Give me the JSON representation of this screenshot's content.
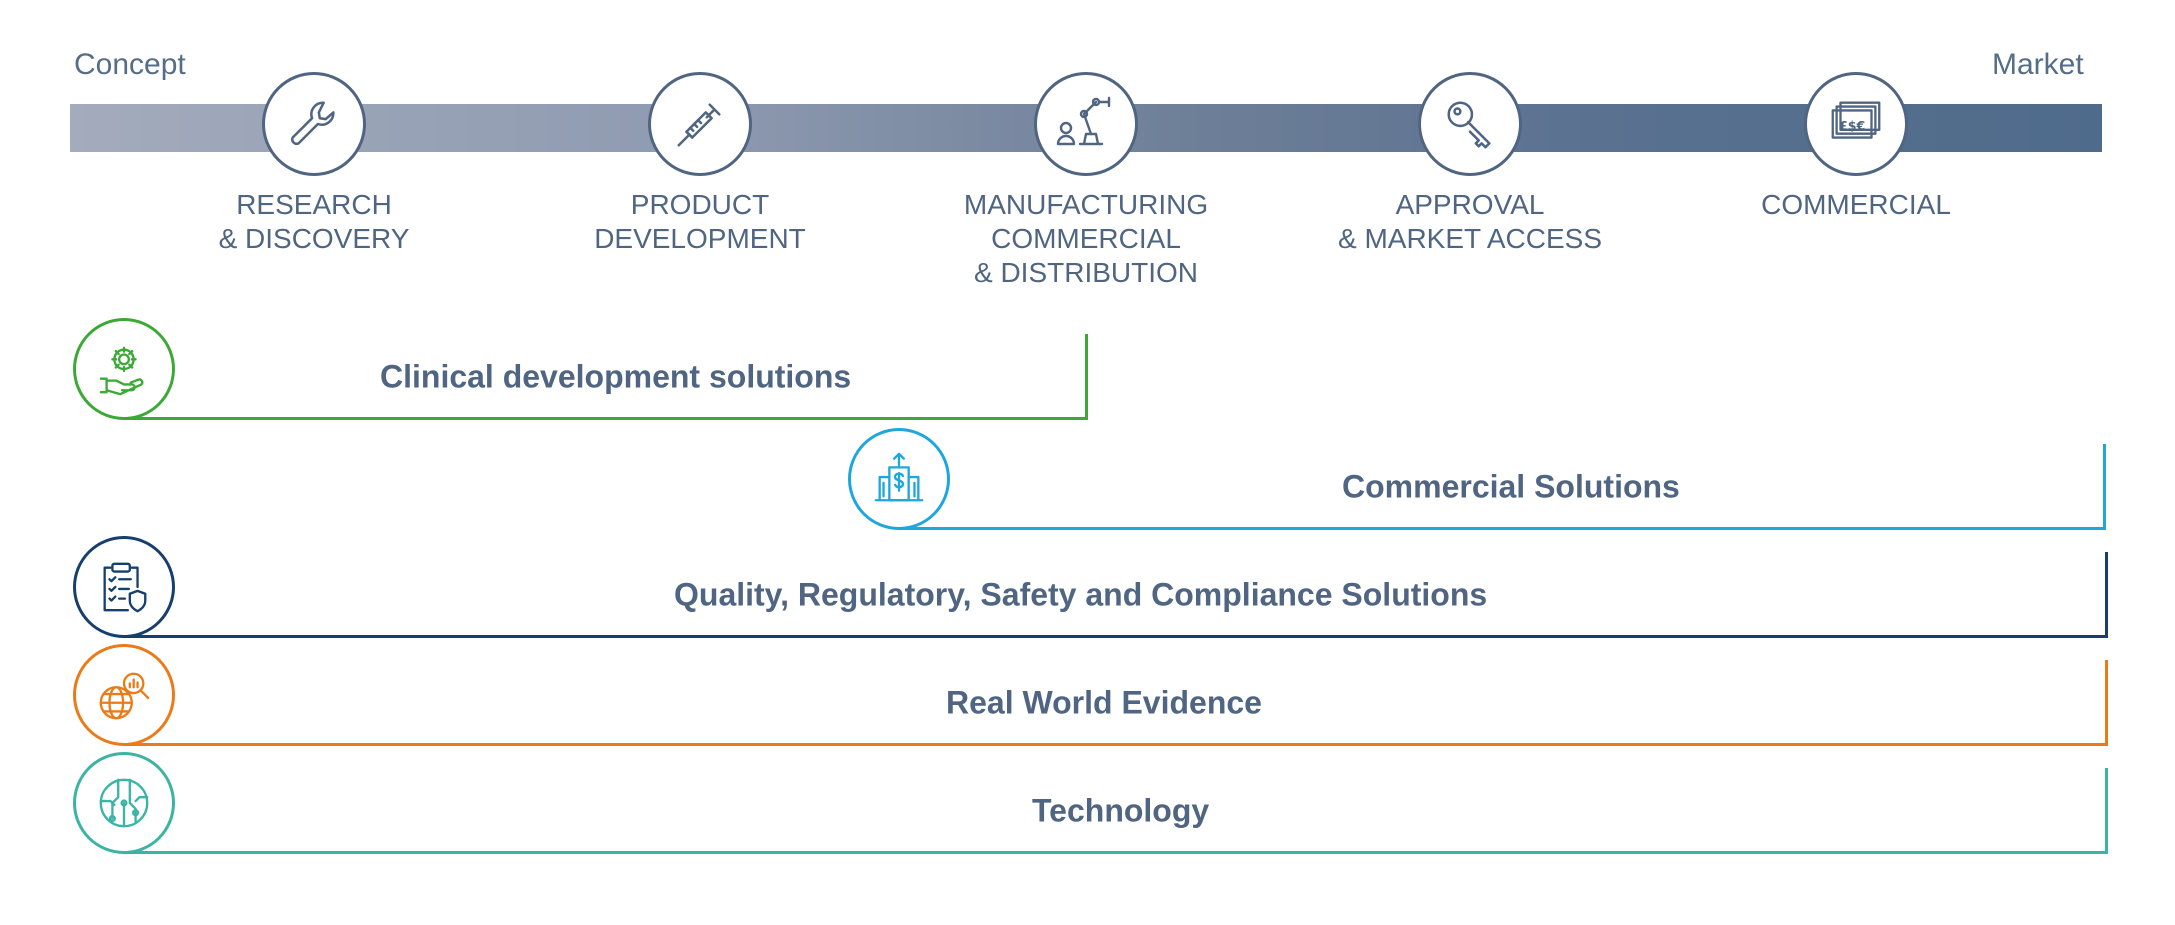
{
  "timeline": {
    "start_label": "Concept",
    "end_label": "Market",
    "stages": [
      {
        "icon": "wrench-icon",
        "label_lines": [
          "RESEARCH",
          "& DISCOVERY"
        ]
      },
      {
        "icon": "syringe-icon",
        "label_lines": [
          "PRODUCT",
          "DEVELOPMENT"
        ]
      },
      {
        "icon": "robotic-arm-icon",
        "label_lines": [
          "MANUFACTURING",
          "COMMERCIAL",
          "& DISTRIBUTION"
        ]
      },
      {
        "icon": "key-icon",
        "label_lines": [
          "APPROVAL",
          "& MARKET ACCESS"
        ]
      },
      {
        "icon": "currency-notes-icon",
        "label_lines": [
          "COMMERCIAL"
        ]
      }
    ]
  },
  "solutions": [
    {
      "title": "Clinical development solutions",
      "icon": "gear-hand-icon",
      "color": "#3aa935"
    },
    {
      "title": "Commercial Solutions",
      "icon": "dollar-building-icon",
      "color": "#1ea6de"
    },
    {
      "title": "Quality, Regulatory, Safety and Compliance Solutions",
      "icon": "clipboard-shield-icon",
      "color": "#163f6d"
    },
    {
      "title": "Real World Evidence",
      "icon": "globe-magnifier-icon",
      "color": "#ea7b18"
    },
    {
      "title": "Technology",
      "icon": "circuit-icon",
      "color": "#3cb4a4"
    }
  ]
}
